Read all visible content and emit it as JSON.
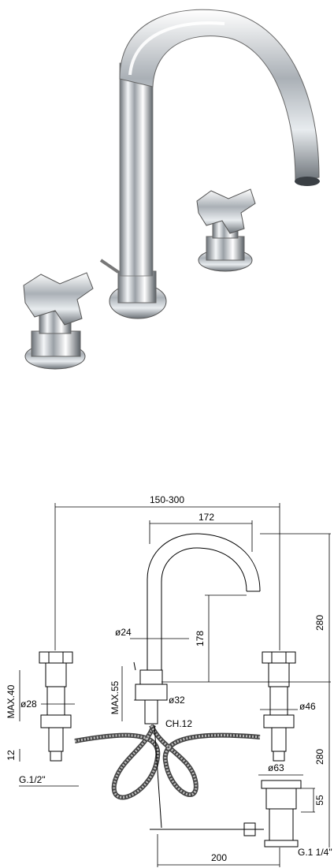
{
  "photo": {
    "subject": "three-hole basin mixer with swan-neck spout and cross handles",
    "finish_color": "#c8ccd0"
  },
  "drawing": {
    "dims": {
      "overall_width": "150-300",
      "spout_projection": "172",
      "total_height": "280",
      "spout_clearance": "178",
      "spout_diameter": "ø24",
      "handle_body_diameter": "ø28",
      "handle_height_max": "MAX.40",
      "handle_base_diameter": "ø46",
      "deck_thickness_max": "MAX.55",
      "spout_base_diameter": "ø32",
      "hex_size": "CH.12",
      "lower_height": "280",
      "tail_length": "12",
      "inlet_thread": "G.1/2\"",
      "waste_diameter": "ø63",
      "waste_height": "55",
      "waste_thread": "G.1 1/4\"",
      "pop_up_length": "200"
    }
  }
}
